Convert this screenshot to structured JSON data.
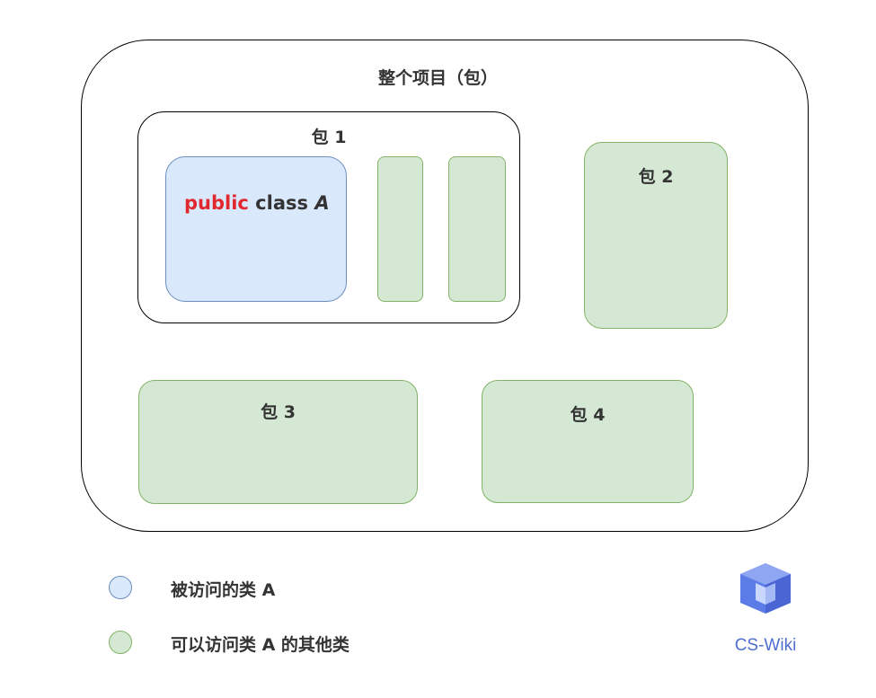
{
  "project": {
    "title": "整个项目（包）"
  },
  "package1": {
    "title": "包 1",
    "class_a": {
      "keyword": "public",
      "rest": "class ",
      "name": "A"
    }
  },
  "package2": {
    "title": "包 2"
  },
  "package3": {
    "title": "包 3"
  },
  "package4": {
    "title": "包 4"
  },
  "legend": {
    "items": [
      {
        "label": "被访问的类 A",
        "color": "#dae8fc"
      },
      {
        "label": "可以访问类 A 的其他类",
        "color": "#d5e8d4"
      }
    ]
  },
  "logo": {
    "text": "CS-Wiki",
    "color": "#4f6ecf"
  },
  "colors": {
    "blue_fill": "#dae8fc",
    "blue_stroke": "#6c8ebf",
    "green_fill": "#d5e8d4",
    "green_stroke": "#82b366",
    "keyword": "#e0282e"
  }
}
